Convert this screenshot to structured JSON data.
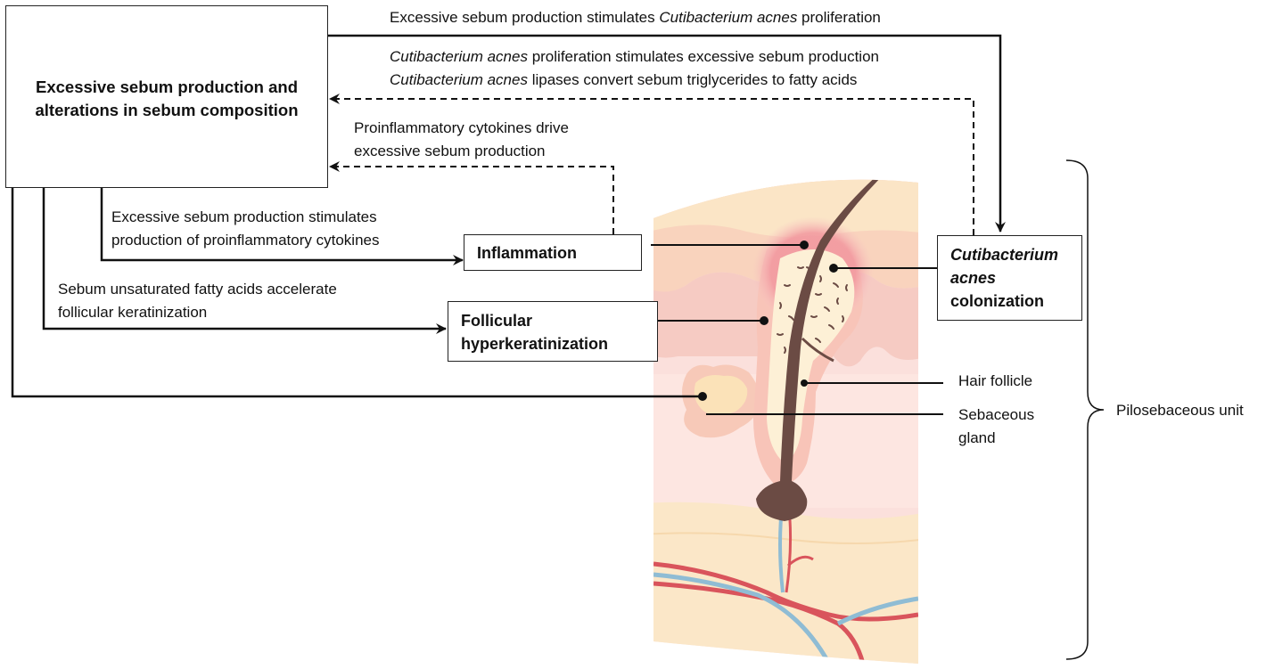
{
  "boxes": {
    "sebum_box": "Excessive sebum production and\nalterations in sebum composition",
    "inflammation_box": "Inflammation",
    "hyperkeratinization_box": "Follicular\nhyperkeratinization",
    "cacnes_box": {
      "line1": "Cutibacterium",
      "line2": "acnes",
      "line3": "colonization"
    }
  },
  "arrows": {
    "top_solid": {
      "pre": "Excessive sebum production stimulates ",
      "italic": "Cutibacterium acnes",
      "post": " proliferation"
    },
    "top_dashed_1": {
      "italic": "Cutibacterium acnes",
      "post": " proliferation stimulates excessive sebum production"
    },
    "top_dashed_2": {
      "italic": "Cutibacterium acnes",
      "post": " lipases convert sebum triglycerides to fatty acids"
    },
    "cytokines_drive": "Proinflammatory cytokines drive\nexcessive sebum production",
    "sebum_stimulates_cytokines": "Excessive sebum production stimulates\nproduction of proinflammatory cytokines",
    "fatty_acids_accelerate": "Sebum unsaturated fatty acids accelerate\nfollicular keratinization"
  },
  "anatomy_labels": {
    "hair_follicle": "Hair follicle",
    "sebaceous_gland": "Sebaceous\ngland",
    "pilosebaceous_unit": "Pilosebaceous unit"
  }
}
